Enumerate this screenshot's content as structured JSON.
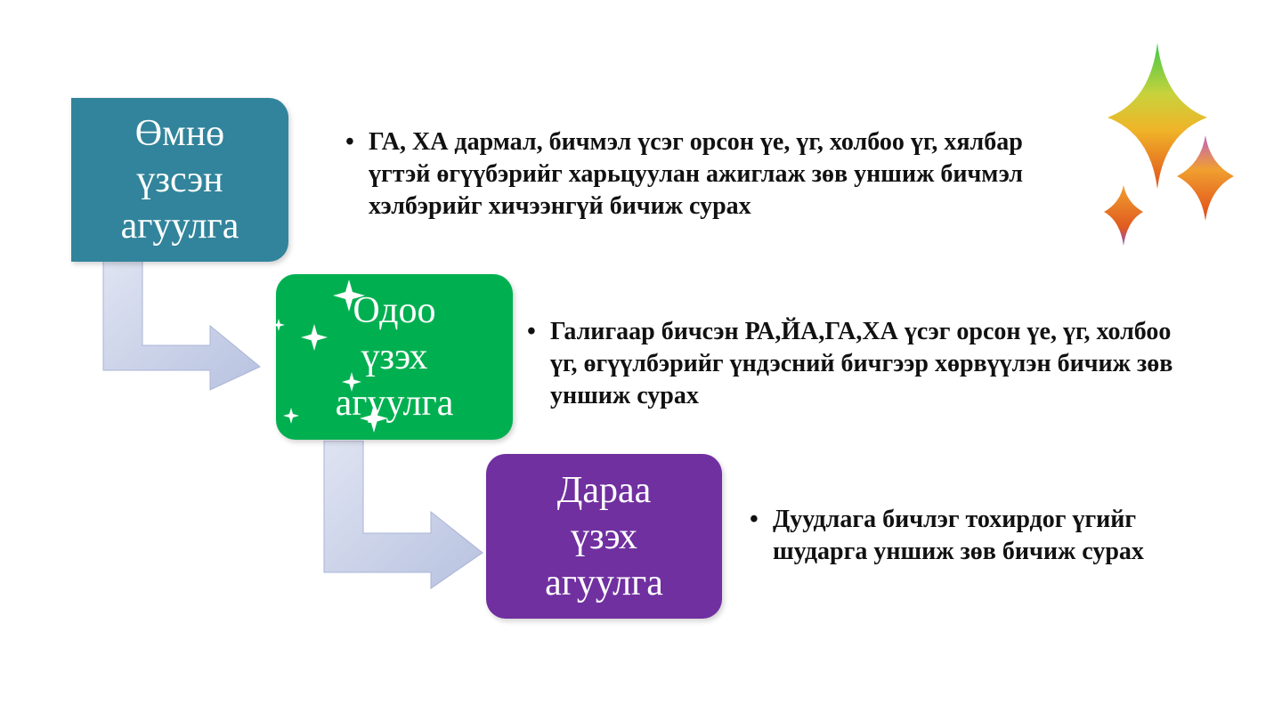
{
  "steps": [
    {
      "lines": [
        "Өмнө",
        "үзсэн",
        "агуулга"
      ],
      "color": "#31849b",
      "description": "ГА, ХА дармал, бичмэл үсэг орсон үе, үг, холбоо үг, хялбар үгтэй өгүүбэрийг харьцуулан ажиглаж зөв уншиж бичмэл хэлбэрийг хичээнгүй бичиж сурах"
    },
    {
      "lines": [
        "Одоо",
        "үзэх",
        "агуулга"
      ],
      "color": "#00b050",
      "description": "Галигаар бичсэн РА,ЙА,ГА,ХА үсэг орсон үе, үг, холбоо үг, өгүүлбэрийг үндэсний бичгээр хөрвүүлэн бичиж зөв уншиж сурах"
    },
    {
      "lines": [
        "Дараа",
        "үзэх",
        "агуулга"
      ],
      "color": "#7030a0",
      "description": "Дуудлага бичлэг тохирдог үгийг шударга уншиж зөв бичиж сурах"
    }
  ],
  "bullet_char": "•",
  "arrow_color": "#c5cde6",
  "decor": {
    "icon": "sparkle-stars-icon"
  }
}
